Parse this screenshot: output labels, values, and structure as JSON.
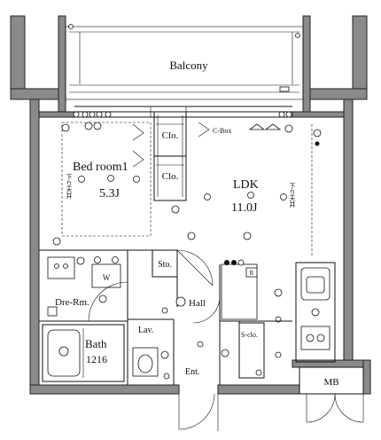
{
  "rooms": {
    "balcony": "Balcony",
    "bedroom_name": "Bed room1",
    "bedroom_size": "5.3J",
    "ldk_name": "LDK",
    "ldk_size": "11.0J",
    "closet_upper": "Clo.",
    "closet_lower": "Clo.",
    "storage": "Sto.",
    "hall": "Hall",
    "dressing_room": "Dre-Rm.",
    "lavatory": "Lav.",
    "bath_name": "Bath",
    "bath_size": "1216",
    "entrance": "Ent.",
    "shoe_closet": "S-clo.",
    "meter_box": "MB",
    "washer": "W",
    "cbox": "C-Box",
    "ceiling_note_left": "下り天井",
    "ceiling_note_right": "下り天井",
    "refrigerator": "R"
  }
}
